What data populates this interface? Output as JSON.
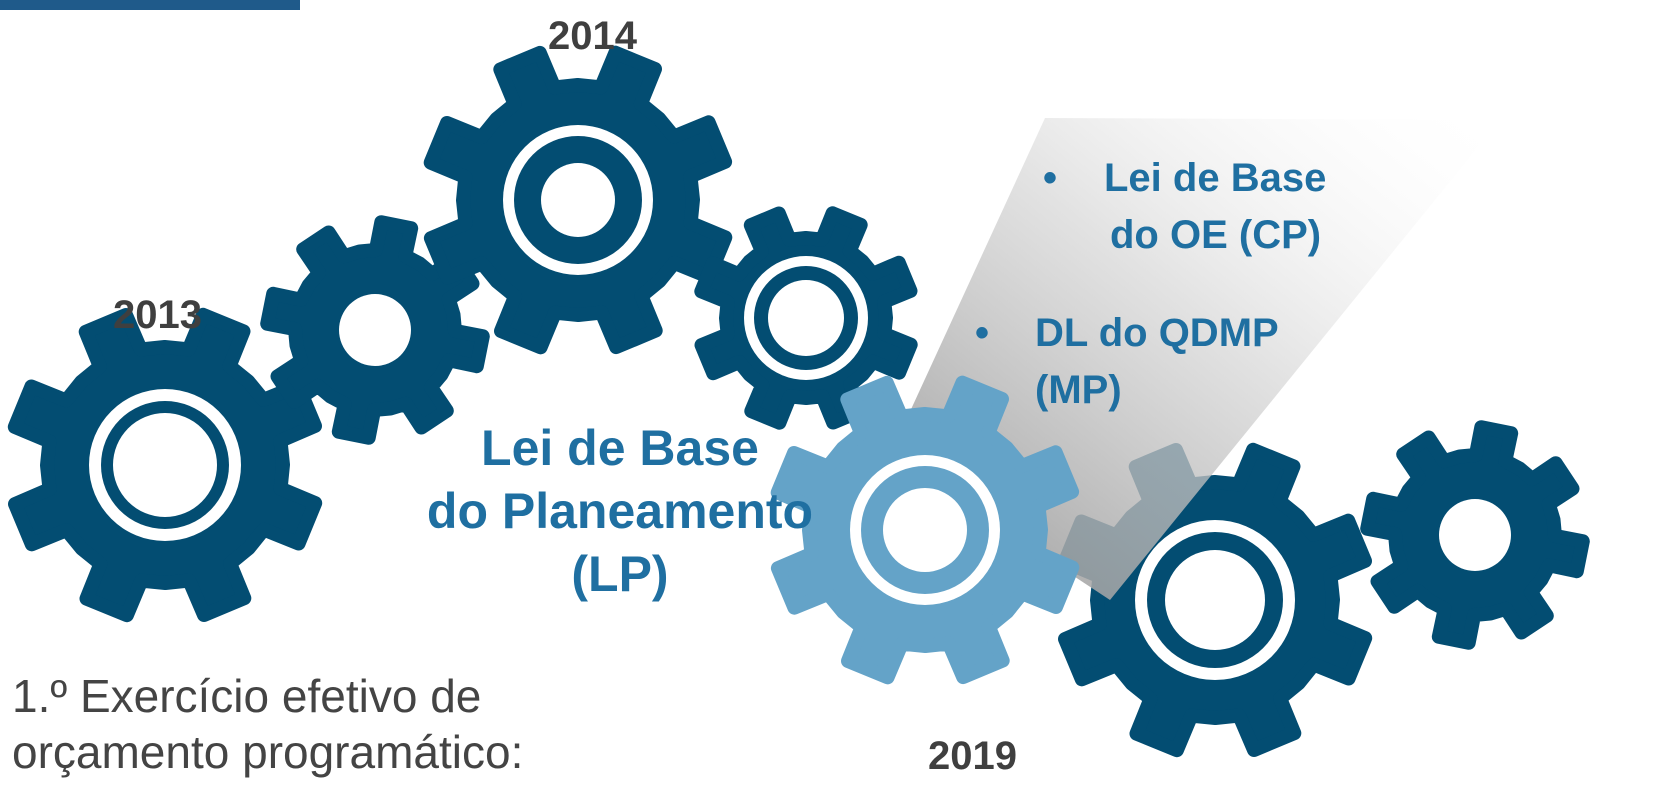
{
  "colors": {
    "gear_dark": "#034d72",
    "gear_light": "#64a3c8",
    "text_blue": "#1f6fa1",
    "text_gray": "#3f3f3f"
  },
  "years": {
    "y2013": "2013",
    "y2014": "2014",
    "y2019": "2019"
  },
  "center_label": {
    "line1": "Lei de Base",
    "line2": "do Planeamento",
    "line3": "(LP)"
  },
  "bullets": [
    {
      "symbol": "•",
      "line1": "Lei de Base",
      "line2": "do OE (CP)"
    },
    {
      "symbol": "•",
      "line1": "DL do QDMP",
      "line2": "(MP)"
    }
  ],
  "caption": {
    "line1": "1.º Exercício efetivo de",
    "line2": "orçamento programático:"
  }
}
